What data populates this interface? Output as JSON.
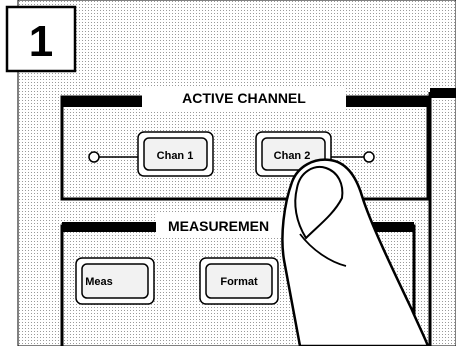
{
  "step": {
    "number": "1"
  },
  "active_channel": {
    "title": "ACTIVE CHANNEL",
    "buttons": [
      {
        "label": "Chan 1"
      },
      {
        "label": "Chan 2"
      }
    ]
  },
  "measurement": {
    "title": "MEASUREMEN",
    "buttons": [
      {
        "label": "Meas"
      },
      {
        "label": "Format"
      }
    ]
  },
  "icons": [
    "led-indicator-icon",
    "pressing-finger-icon"
  ],
  "colors": {
    "background": "#ffffff",
    "ink": "#000000",
    "button_fill": "#f2f2f2"
  }
}
